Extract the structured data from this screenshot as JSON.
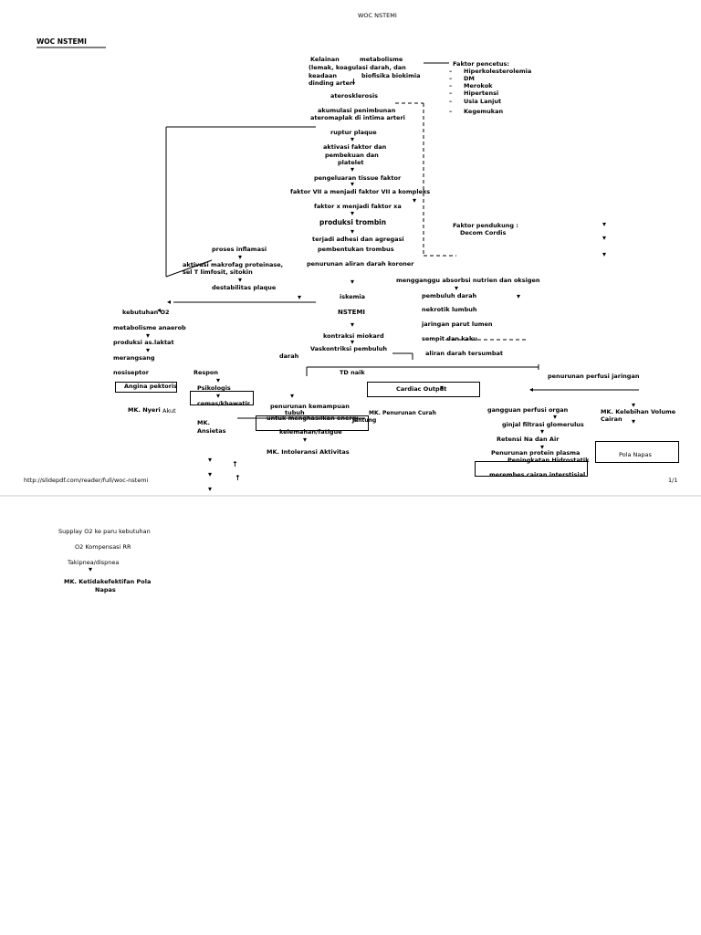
{
  "header": {
    "top_title": "WOC NSTEMI",
    "main_title": "WOC NSTEMI"
  },
  "footer": {
    "url": "http://slidepdf.com/reader/full/woc-nstemi",
    "page": "1/1"
  },
  "center": {
    "kelainan_a": "Kelainan",
    "kelainan_b": "metabolisme",
    "kelainan_c": "(lemak, koagulasi darah, dan",
    "kelainan_d": "keadaan",
    "kelainan_e": "biofisika biokimia",
    "kelainan_f": "dinding arteri",
    "aterosklerosis": "aterosklerosis",
    "akumulasi_a": "akumulasi penimbunan",
    "akumulasi_b": "ateromaplak di intima arteri",
    "ruptur": "ruptur plaque",
    "aktivasi_a": "aktivasi faktor dan",
    "aktivasi_b": "pembekuan dan",
    "aktivasi_c": "platelet",
    "pengeluaran": "pengeluaran tissue faktor",
    "faktor_vii": "faktor VII a menjadi faktor VII a kompleks",
    "faktor_x": "faktor x menjadi faktor xa",
    "produksi": "produksi trombin",
    "adhesi": "terjadi adhesi dan agregasi",
    "pembentukan": "pembentukan trombus",
    "penurunan_aliran": "penurunan aliran darah koroner",
    "iskemia": "iskemia",
    "nstemi": "NSTEMI",
    "kontraksi": "kontraksi miokard",
    "vasokontriksi": "Vaskontriksi pembuluh",
    "darah": "darah",
    "td_naik": "TD naik",
    "penurunan_kemampuan_a": "penurunan kemampuan",
    "penurunan_kemampuan_b": "tubuh",
    "energi": "untuk menghasilkan energi",
    "kelemahan": "kelemahan/fatigue",
    "mk_intoleransi": "MK. Intoleransi Aktivitas"
  },
  "faktor_pencetus": {
    "title": "Faktor pencetus:",
    "items": [
      "Hiperkolesterolemia",
      "DM",
      "Merokok",
      "Hipertensi",
      "Usia Lanjut",
      "Kegemukan"
    ]
  },
  "faktor_pendukung": {
    "title": "Faktor pendukung :",
    "item": "Decom Cordis"
  },
  "left": {
    "proses_inflamasi": "proses inflamasi",
    "aktivasi_makro_a": "aktivasi makrofag proteinase,",
    "aktivasi_makro_b": "sel T limfosit, sitokin",
    "destabilitas": "destabilitas plaque",
    "kebutuhan": "kebutuhan O2",
    "metabolisme": "metabolisme anaerob",
    "produksi_asam": "produksi as.laktat",
    "merangsang": "merangsang",
    "nosiseptor": "nosiseptor",
    "angina": "Angina pektoris",
    "mk_nyeri": "MK. Nyeri",
    "akut": "Akut",
    "respon": "Respon",
    "psikologis": "Psikologis",
    "cemas": "cemas/khawatir",
    "mk_ansietas_a": "MK.",
    "mk_ansietas_b": "Ansietas"
  },
  "right": {
    "mengganggu": "mengganggu absorbsi nutrien dan oksigen",
    "pembuluh": "pembuluh darah",
    "nekrotik": "nekrotik lumbuh",
    "jaringan_parut": "jaringan parut lumen",
    "sempit": "sempit dan kaku",
    "aliran_tersumbat": "aliran darah tersumbat",
    "cardiac_output": "Cardiac Output",
    "mk_penurunan_curah": "MK. Penurunan Curah",
    "jantung": "Jantung",
    "penurunan_perfusi": "penurunan perfusi jaringan",
    "gangguan_perfusi": "gangguan perfusi organ",
    "ginjal": "ginjal filtrasi glomerulus",
    "retensi": "Retensi Na dan Air",
    "penurunan_protein": "Penurunan protein plasma",
    "peningkatan_hidro": "Peningkatan Hidrostatik",
    "merembes": "merembes cairan interstisial",
    "mk_kelebihan_a": "MK. Kelebihan Volume",
    "mk_kelebihan_b": "Cairan",
    "pola_napas": "Pola Napas"
  },
  "lower": {
    "supplay": "Supplay O2 ke paru kebutuhan",
    "o2_kompensasi": "O2 Kompensasi RR",
    "takipnea": "Takipnea/dispnea",
    "mk_ketidak_a": "MK. Ketidakefektifan Pola",
    "mk_ketidak_b": "Napas"
  }
}
